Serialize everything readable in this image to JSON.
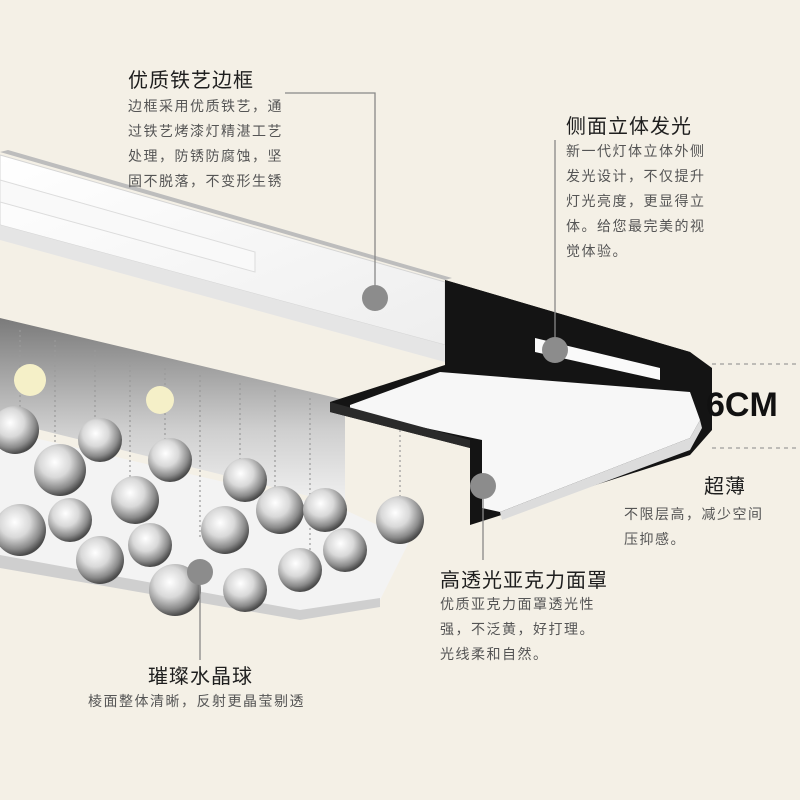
{
  "features": {
    "frame": {
      "title": "优质铁艺边框",
      "lines": [
        "边框采用优质铁艺，通",
        "过铁艺烤漆灯精湛工艺",
        "处理，防锈防腐蚀，坚",
        "固不脱落，不变形生锈"
      ]
    },
    "side_glow": {
      "title": "侧面立体发光",
      "lines": [
        "新一代灯体立体外侧",
        "发光设计，不仅提升",
        "灯光亮度，更显得立",
        "体。给您最完美的视",
        "觉体验。"
      ]
    },
    "thin": {
      "title": "超薄",
      "lines": [
        "不限层高，减少空间",
        "压抑感。"
      ]
    },
    "acrylic": {
      "title": "高透光亚克力面罩",
      "lines": [
        "优质亚克力面罩透光性",
        "强，不泛黄，好打理。",
        "光线柔和自然。"
      ]
    },
    "crystal": {
      "title": "璀璨水晶球",
      "lines": [
        "棱面整体清晰，反射更晶莹剔透"
      ]
    }
  },
  "thickness_label": "6CM"
}
